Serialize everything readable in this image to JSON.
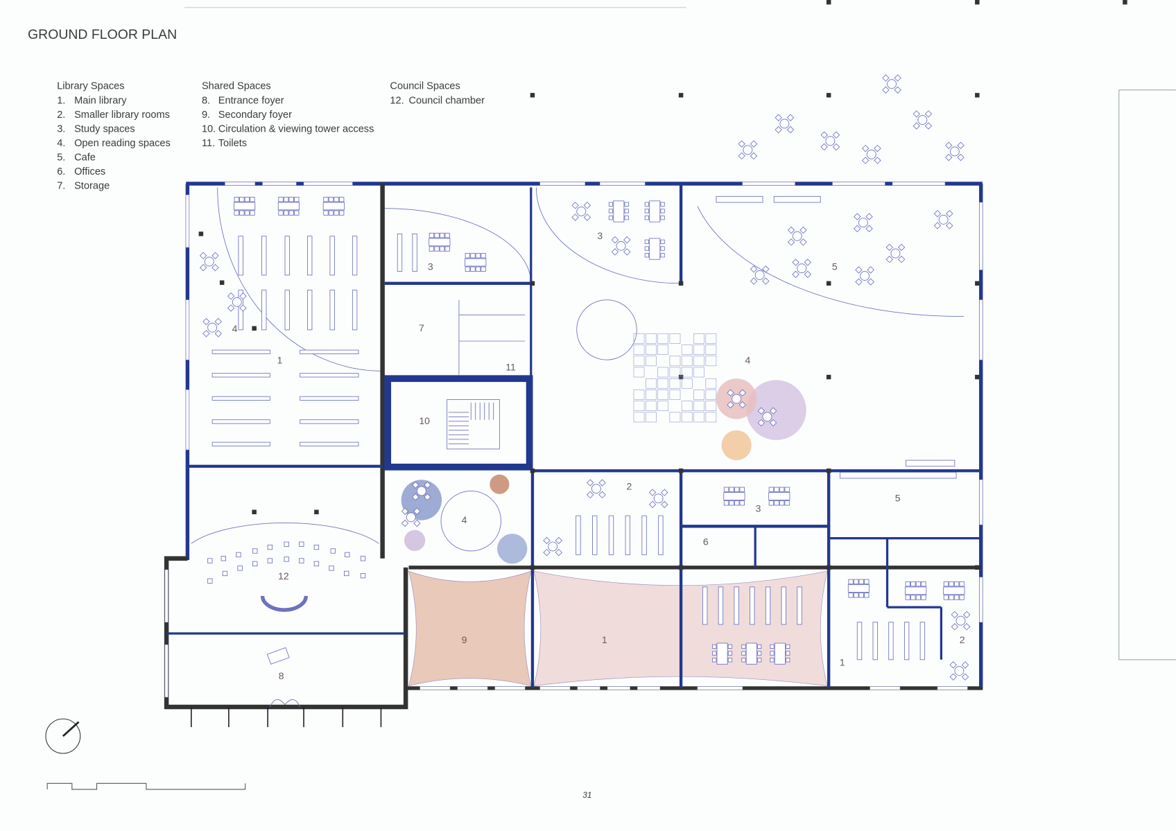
{
  "title": "GROUND FLOOR PLAN",
  "legend": {
    "library": {
      "heading": "Library Spaces",
      "items": [
        {
          "num": "1.",
          "label": "Main library"
        },
        {
          "num": "2.",
          "label": "Smaller library rooms"
        },
        {
          "num": "3.",
          "label": "Study spaces"
        },
        {
          "num": "4.",
          "label": "Open reading spaces"
        },
        {
          "num": "5.",
          "label": "Cafe"
        },
        {
          "num": "6.",
          "label": "Offices"
        },
        {
          "num": "7.",
          "label": "Storage"
        }
      ]
    },
    "shared": {
      "heading": "Shared Spaces",
      "items": [
        {
          "num": "8.",
          "label": "Entrance foyer"
        },
        {
          "num": "9.",
          "label": "Secondary foyer"
        },
        {
          "num": "10.",
          "label": "Circulation & viewing tower access"
        },
        {
          "num": "11.",
          "label": "Toilets"
        }
      ]
    },
    "council": {
      "heading": "Council Spaces",
      "items": [
        {
          "num": "12.",
          "label": "Council chamber"
        }
      ]
    }
  },
  "rooms": [
    "1",
    "4",
    "3",
    "7",
    "11",
    "10",
    "3",
    "5",
    "4",
    "2",
    "3",
    "5",
    "6",
    "4",
    "12",
    "8",
    "9",
    "1",
    "1",
    "2"
  ],
  "page_number": "31",
  "colors": {
    "wall_blue": "#22388f",
    "wall_dark": "#333333",
    "line": "#6b72c0",
    "main_library_fill": "#f1dcdc",
    "secondary_foyer_fill": "#e9c9b9",
    "blue_zone": "#8d9ccc",
    "purple_zone": "#d6c6e2",
    "pink_zone": "#e8c0bf",
    "orange_zone": "#f2cfa8",
    "terracotta_zone": "#cf9a82"
  }
}
